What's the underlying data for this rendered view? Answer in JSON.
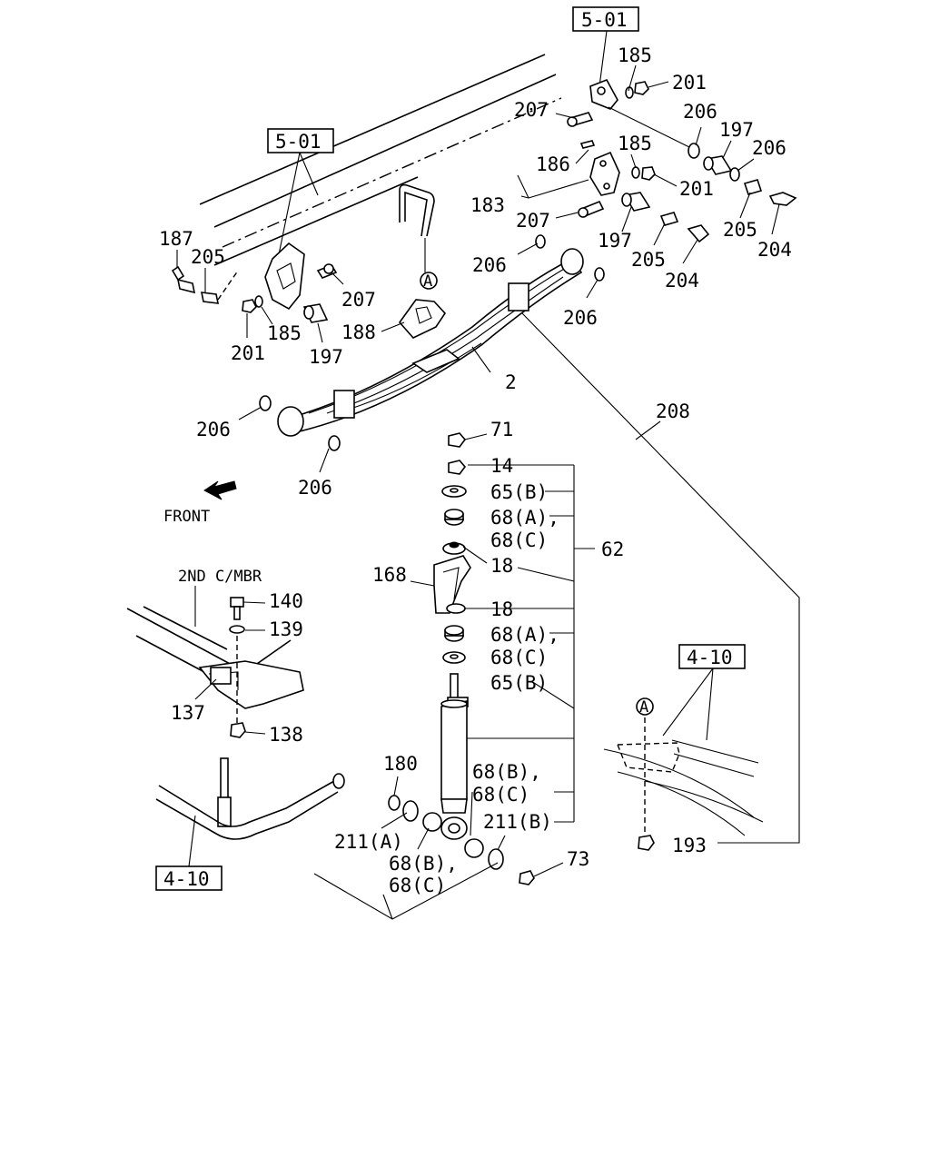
{
  "refs": {
    "top_5_01": "5-01",
    "left_5_01": "5-01",
    "right_4_10": "4-10",
    "left_4_10": "4-10"
  },
  "labels": {
    "front": "FRONT",
    "crossmember": "2ND C/MBR",
    "marker_a1": "A",
    "marker_a2": "A"
  },
  "callouts": {
    "c185_top": "185",
    "c201_top": "201",
    "c207_top": "207",
    "c206_top": "206",
    "c197_right": "197",
    "c206_right": "206",
    "c185_mid": "185",
    "c186": "186",
    "c201_mid": "201",
    "c183": "183",
    "c207_mid": "207",
    "c197_mid": "197",
    "c205_mid": "205",
    "c204_mid": "204",
    "c205_right": "205",
    "c204_right": "204",
    "c187": "187",
    "c205_left": "205",
    "c207_left": "207",
    "c201_left": "201",
    "c185_left": "185",
    "c197_left": "197",
    "c188": "188",
    "c206_a": "206",
    "c206_b": "206",
    "c2": "2",
    "c206_c": "206",
    "c206_d": "206",
    "c208": "208",
    "c71": "71",
    "c14": "14",
    "c65b_1": "65(B)",
    "c68a_1": "68(A),",
    "c68c_1": "68(C)",
    "c18_1": "18",
    "c168": "168",
    "c18_2": "18",
    "c68a_2": "68(A),",
    "c68c_2": "68(C)",
    "c65b_2": "65(B)",
    "c62": "62",
    "c140": "140",
    "c139": "139",
    "c137": "137",
    "c138": "138",
    "c180": "180",
    "c68b_1": "68(B),",
    "c68c_3": "68(C)",
    "c211b": "211(B)",
    "c211a": "211(A)",
    "c68b_2": "68(B),",
    "c68c_4": "68(C)",
    "c73": "73",
    "c193": "193"
  }
}
